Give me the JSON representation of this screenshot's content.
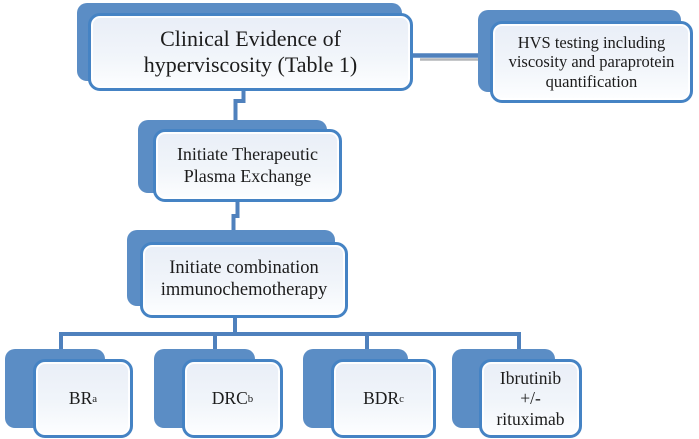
{
  "nodes": {
    "clinical_evidence": {
      "text": "Clinical Evidence of\nhyperviscosity (Table 1)"
    },
    "hvs_testing": {
      "text": "HVS testing including\nviscosity and paraprotein\nquantification"
    },
    "plasma_exchange": {
      "text": "Initiate Therapeutic\nPlasma Exchange"
    },
    "immunochemotherapy": {
      "text": "Initiate combination\nimmunochemotherapy"
    },
    "options": [
      {
        "label": "BR",
        "superscript": "a"
      },
      {
        "label": "DRC",
        "superscript": "b"
      },
      {
        "label": "BDR",
        "superscript": "c"
      },
      {
        "label": "Ibrutinib +/-\nrituximab",
        "superscript": ""
      }
    ]
  },
  "colors": {
    "shadow": "#5b8dc5",
    "border": "#4583c4",
    "connector": "#4f81bd",
    "connector_drop_shadow": "#a7a9ac",
    "fill_top": "#e9eef7",
    "fill_bottom": "#fdfeff",
    "text": "#1c1c1c",
    "background": "#ffffff"
  }
}
